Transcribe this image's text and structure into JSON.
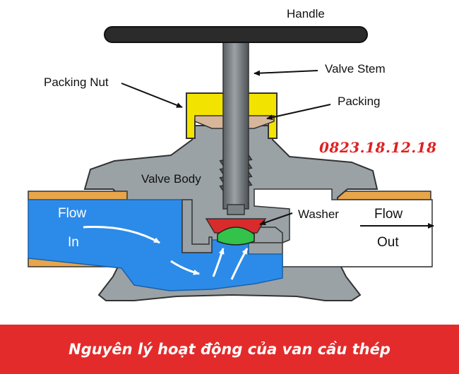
{
  "labels": {
    "handle": "Handle",
    "valve_stem": "Valve Stem",
    "packing_nut": "Packing Nut",
    "packing": "Packing",
    "valve_body": "Valve Body",
    "washer": "Washer",
    "flow_in_line1": "Flow",
    "flow_in_line2": "In",
    "flow_out_line1": "Flow",
    "flow_out_line2": "Out"
  },
  "phone": "0823.18.12.18",
  "banner": {
    "text": "Nguyên lý hoạt động của van cầu thép"
  },
  "colors": {
    "body_gray": "#9aa2a6",
    "water_blue": "#2c8be8",
    "packing_nut_yellow": "#f2e400",
    "pipe_orange": "#e8a54a",
    "washer_red": "#d92b2b",
    "washer_green": "#33c24a",
    "banner_red": "#e42b2b",
    "phone_red": "#e02020"
  }
}
